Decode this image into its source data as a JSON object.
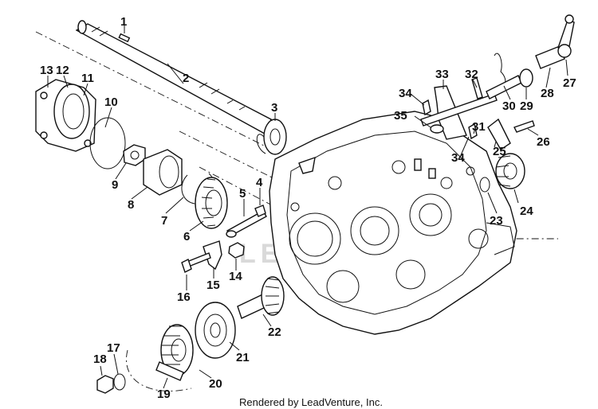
{
  "diagram": {
    "callouts": [
      "1",
      "2",
      "3",
      "4",
      "5",
      "6",
      "7",
      "8",
      "9",
      "10",
      "11",
      "12",
      "13",
      "14",
      "15",
      "16",
      "17",
      "18",
      "19",
      "20",
      "21",
      "22",
      "23",
      "24",
      "25",
      "26",
      "27",
      "28",
      "29",
      "30",
      "31",
      "32",
      "33",
      "34",
      "34",
      "35"
    ],
    "watermark": "LEADVENTURE",
    "credit": "Rendered by LeadVenture, Inc."
  }
}
